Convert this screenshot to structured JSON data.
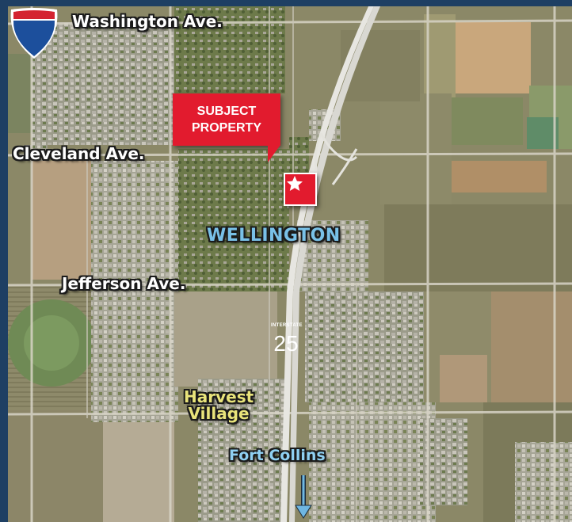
{
  "map": {
    "streets": [
      {
        "label": "Washington Ave."
      },
      {
        "label": "Cleveland  Ave."
      },
      {
        "label": "Jefferson Ave."
      }
    ],
    "town": {
      "label": "WELLINGTON"
    },
    "neighborhood": {
      "line1": "Harvest",
      "line2": "Village"
    },
    "direction": {
      "label": "Fort Collins"
    },
    "subject": {
      "line1": "SUBJECT",
      "line2": "PROPERTY",
      "marker_icon": "star-icon"
    },
    "highway": {
      "banner": "INTERSTATE",
      "number": "25"
    }
  },
  "colors": {
    "callout_red": "#e21b2e",
    "frame_navy": "#1e3f63",
    "town_label": "#79c1e8",
    "neighborhood_label": "#e9e47b",
    "shield_blue": "#1c4f9c",
    "shield_red": "#d42330",
    "arrow_blue": "#6fb7e3"
  }
}
